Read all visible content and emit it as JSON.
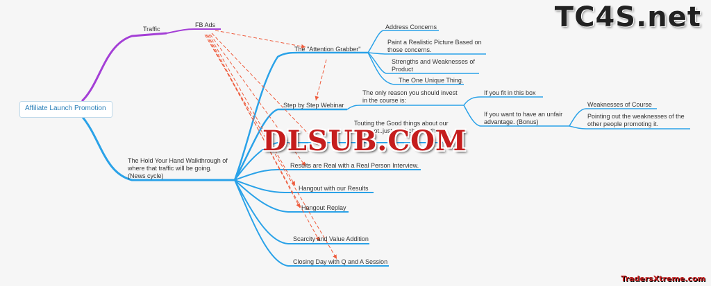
{
  "root": {
    "label": "Affiliate Launch Promotion"
  },
  "upper_branch": {
    "traffic": "Traffic",
    "fb_ads": "FB Ads"
  },
  "attention": {
    "label": "The \"Attention Grabber\"",
    "children": [
      "Address Concerns",
      "Paint a Realistic Picture Based on",
      "those concerns.",
      "Strengths and Weaknesses of",
      "Product",
      "The One Unique Thing."
    ]
  },
  "webinar": {
    "label": "Step by Step Webinar",
    "reason_line1": "The only reason you should invest",
    "reason_line2": "in the course is:",
    "fit": "If you fit in this box",
    "unfair_line1": "If you want to have an unfair",
    "unfair_line2": "advantage. (Bonus)",
    "weak_course": "Weaknesses of Course",
    "weak_others_line1": "Pointing out the weaknesses of the",
    "weak_others_line2": "other people promoting it."
  },
  "walkthrough": {
    "line1": "The Hold Your Hand Walkthrough of",
    "line2": "where that traffic will be going.",
    "line3": "(News cycle)",
    "touting_line1": "Touting the Good things about our",
    "touting_line2": "sell... not..just..w...itched at the...",
    "results": "Results are Real with a Real Person Interview.",
    "hangout_results": "Hangout with our Results",
    "hangout_replay": "Hangout Replay",
    "scarcity": "Scarcity and Value Addition",
    "closing": "Closing Day with Q and A Session"
  },
  "watermarks": {
    "tc4s": "TC4S.net",
    "dlsub": "DLSUB.COM",
    "traders": "TradersXtreme.com"
  },
  "colors": {
    "purple": "#a43fd6",
    "blue": "#2aa2e8",
    "arrow": "#ee5b3c",
    "red_wm": "#c51d1d"
  }
}
